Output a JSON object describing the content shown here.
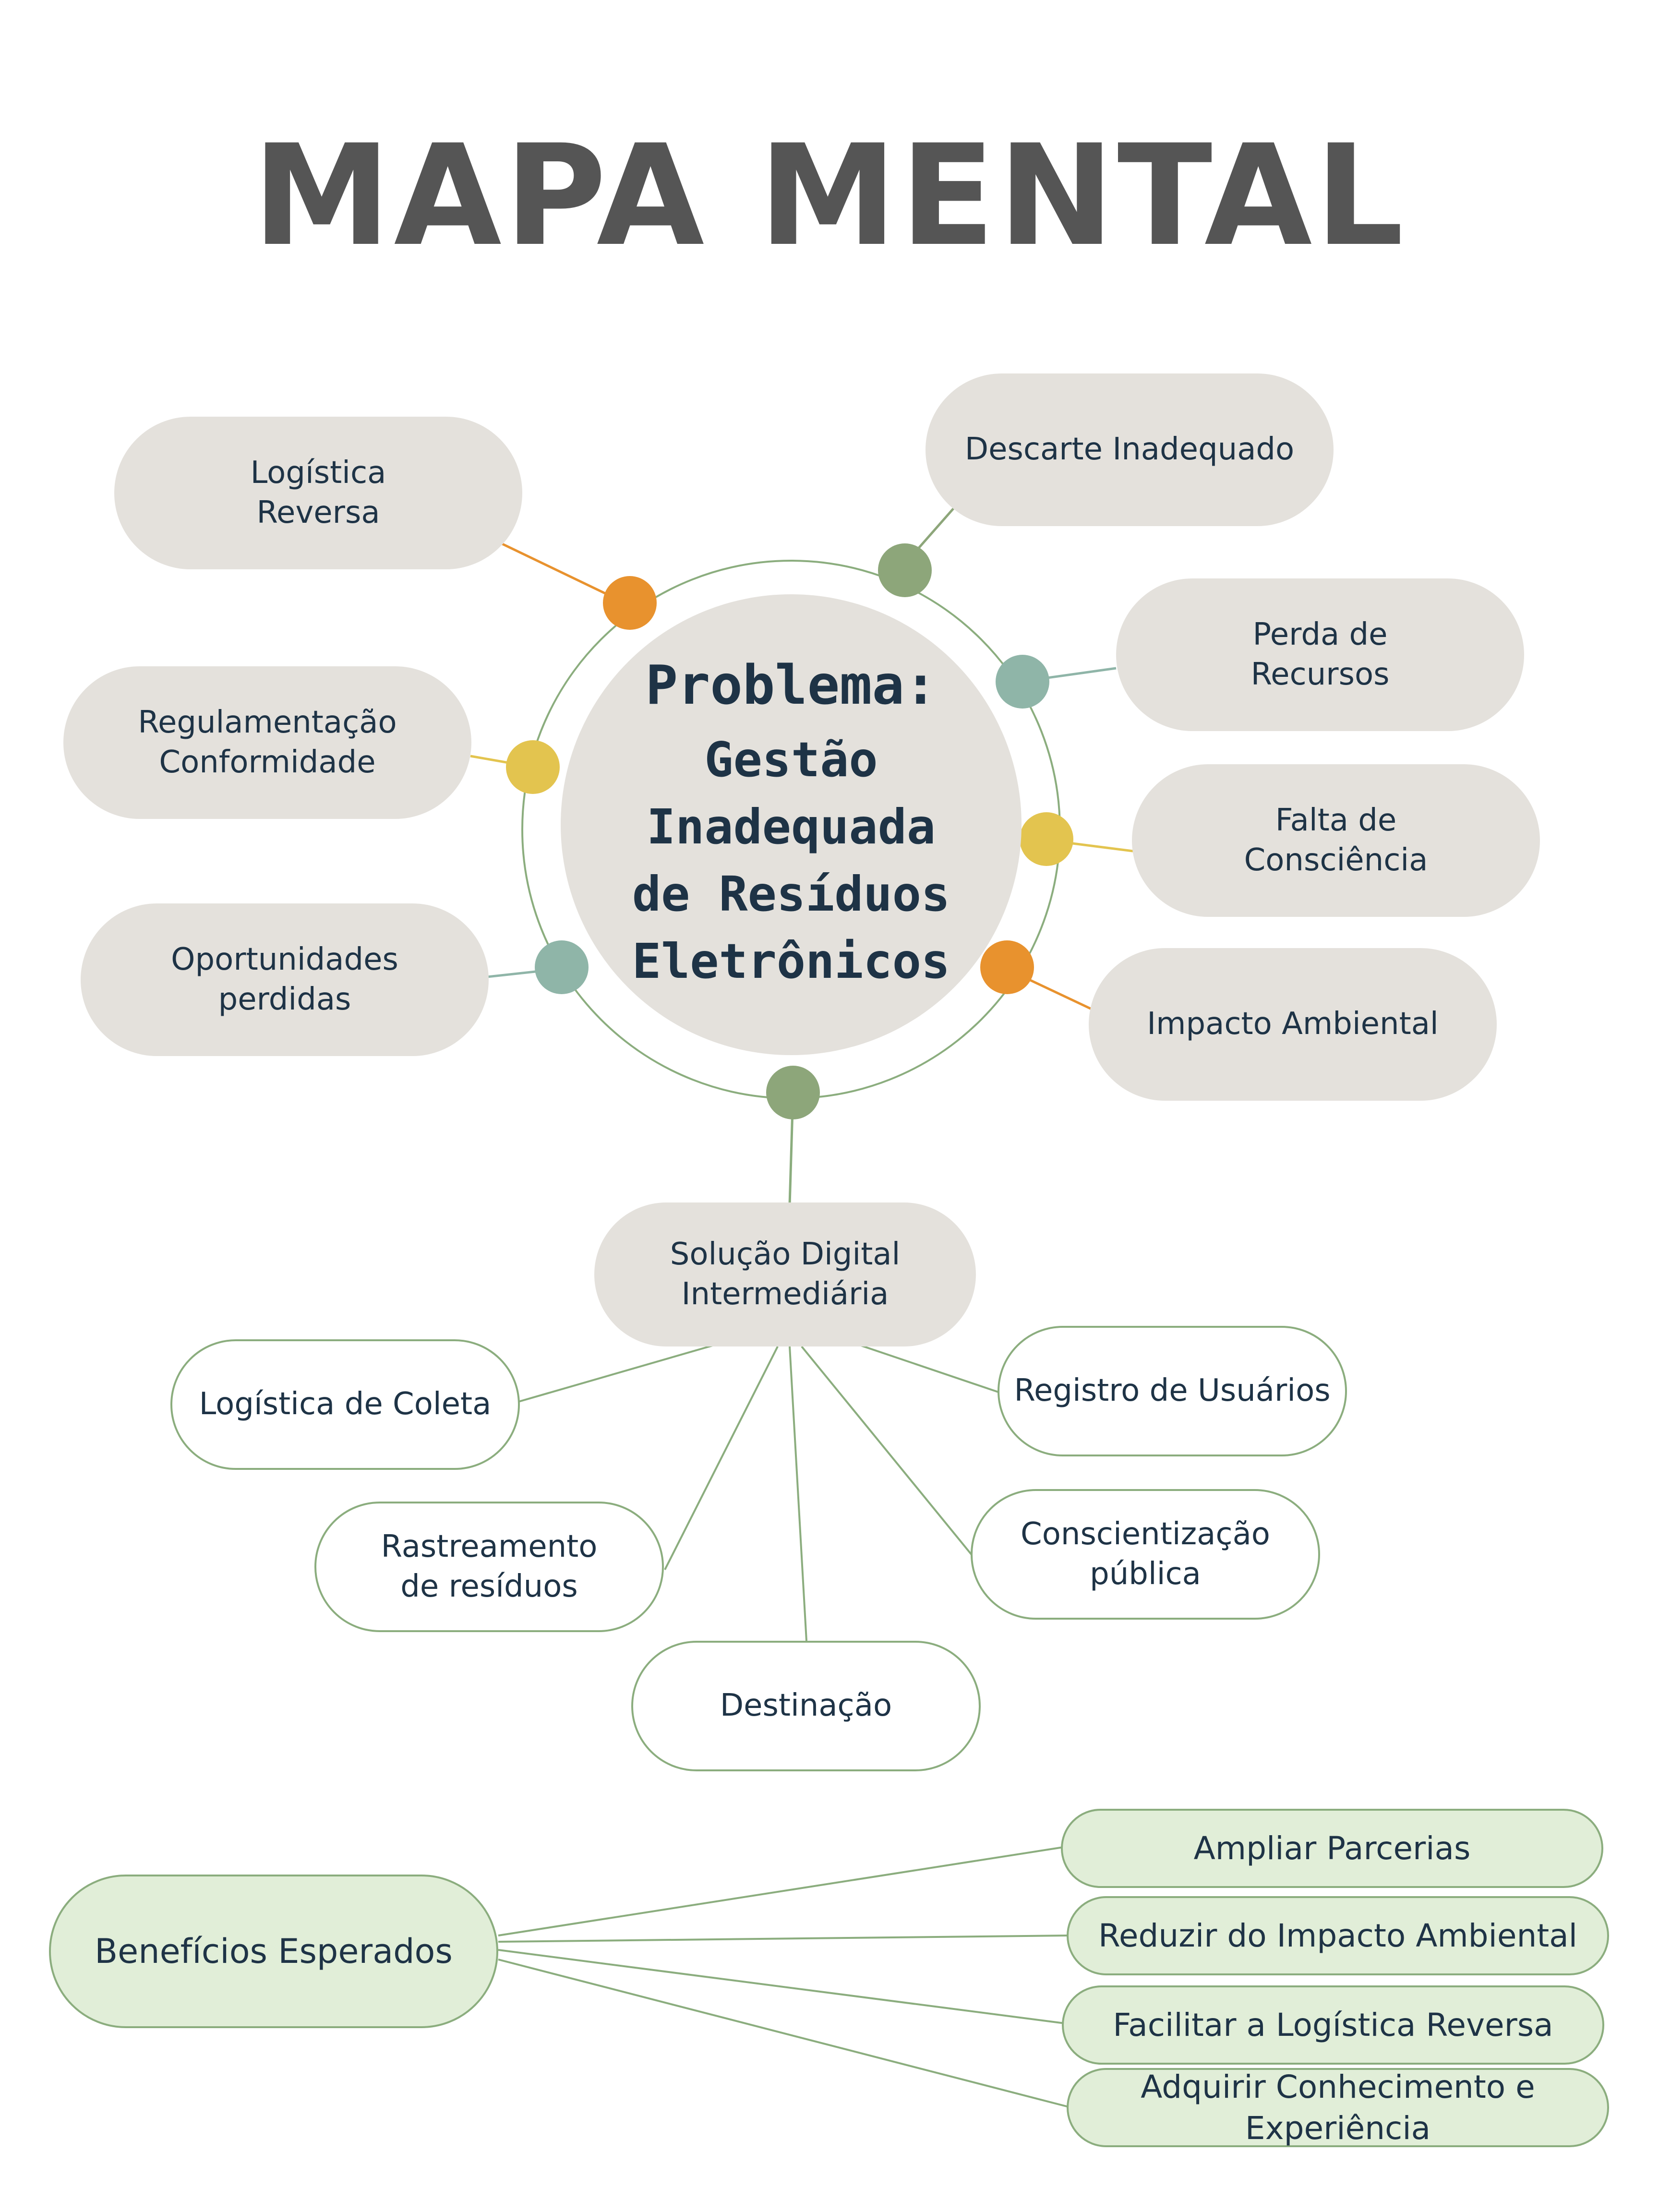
{
  "title": "MAPA MENTAL",
  "center": {
    "heading": "Problema:",
    "lines": [
      "Gestão",
      "Inadequada",
      "de Resíduos",
      "Eletrônicos"
    ]
  },
  "problem_nodes": [
    {
      "lines": [
        "Logística",
        "Reversa"
      ]
    },
    {
      "lines": [
        "Descarte Inadequado"
      ]
    },
    {
      "lines": [
        "Perda de",
        "Recursos"
      ]
    },
    {
      "lines": [
        "Regulamentação",
        "Conformidade"
      ]
    },
    {
      "lines": [
        "Falta de",
        "Consciência"
      ]
    },
    {
      "lines": [
        "Oportunidades",
        "perdidas"
      ]
    },
    {
      "lines": [
        "Impacto Ambiental"
      ]
    }
  ],
  "solution": {
    "lines": [
      "Solução Digital",
      "Intermediária"
    ],
    "children": [
      {
        "lines": [
          "Logística de Coleta"
        ]
      },
      {
        "lines": [
          "Registro de Usuários"
        ]
      },
      {
        "lines": [
          "Rastreamento",
          "de resíduos"
        ]
      },
      {
        "lines": [
          "Conscientização",
          "pública"
        ]
      },
      {
        "lines": [
          "Destinação"
        ]
      }
    ]
  },
  "benefits": {
    "label": "Benefícios Esperados",
    "items": [
      "Ampliar Parcerias",
      "Reduzir do Impacto Ambiental",
      "Facilitar a Logística Reversa",
      "Adquirir Conhecimento e Experiência"
    ]
  },
  "colors": {
    "orange": "#e8922e",
    "sage": "#8da67a",
    "teal": "#8fb5a8",
    "yellow": "#e3c44f",
    "line_green": "#8bad7e",
    "node_gray": "#e4e1dc",
    "benefit_fill": "#e1eed8",
    "text_dark": "#1e3346",
    "title_gray": "#555555"
  }
}
